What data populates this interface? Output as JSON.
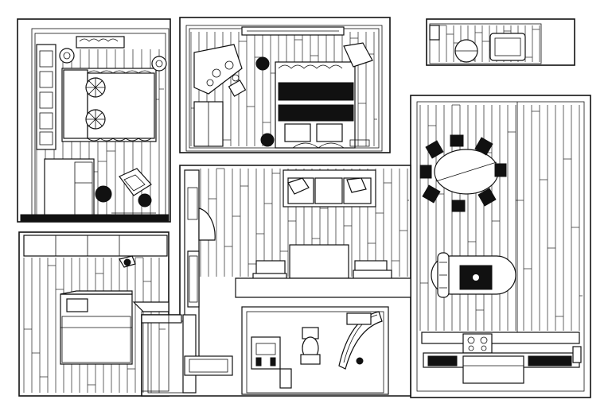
{
  "drawing": {
    "style": "black-and-white line-art 3D cutaway floor plan",
    "colors": {
      "line": "#111111",
      "background": "#ffffff"
    },
    "rooms": [
      {
        "id": "bedroom-left",
        "furniture": [
          "double-bed",
          "nightstands",
          "wardrobe",
          "armchair",
          "floor-lamp",
          "wall-panels"
        ]
      },
      {
        "id": "bedroom-top",
        "furniture": [
          "double-bed",
          "desk",
          "chair",
          "shelving",
          "round-table",
          "bench"
        ]
      },
      {
        "id": "storage-top-right",
        "furniture": [
          "round-stool",
          "chair"
        ]
      },
      {
        "id": "dining-kitchen",
        "furniture": [
          "round-dining-table",
          "chairs",
          "kitchen-island",
          "cooktop",
          "counters",
          "sink"
        ]
      },
      {
        "id": "living-hall",
        "furniture": [
          "sofa",
          "coffee-table",
          "ottomans",
          "tv-console"
        ]
      },
      {
        "id": "bathroom",
        "furniture": [
          "toilet",
          "bathtub",
          "vanity",
          "washing-machine"
        ]
      },
      {
        "id": "hall-entry",
        "furniture": [
          "closets",
          "shoe-rack",
          "mat"
        ]
      },
      {
        "id": "balcony-left",
        "furniture": [
          "counter",
          "plant",
          "sink"
        ]
      }
    ]
  }
}
